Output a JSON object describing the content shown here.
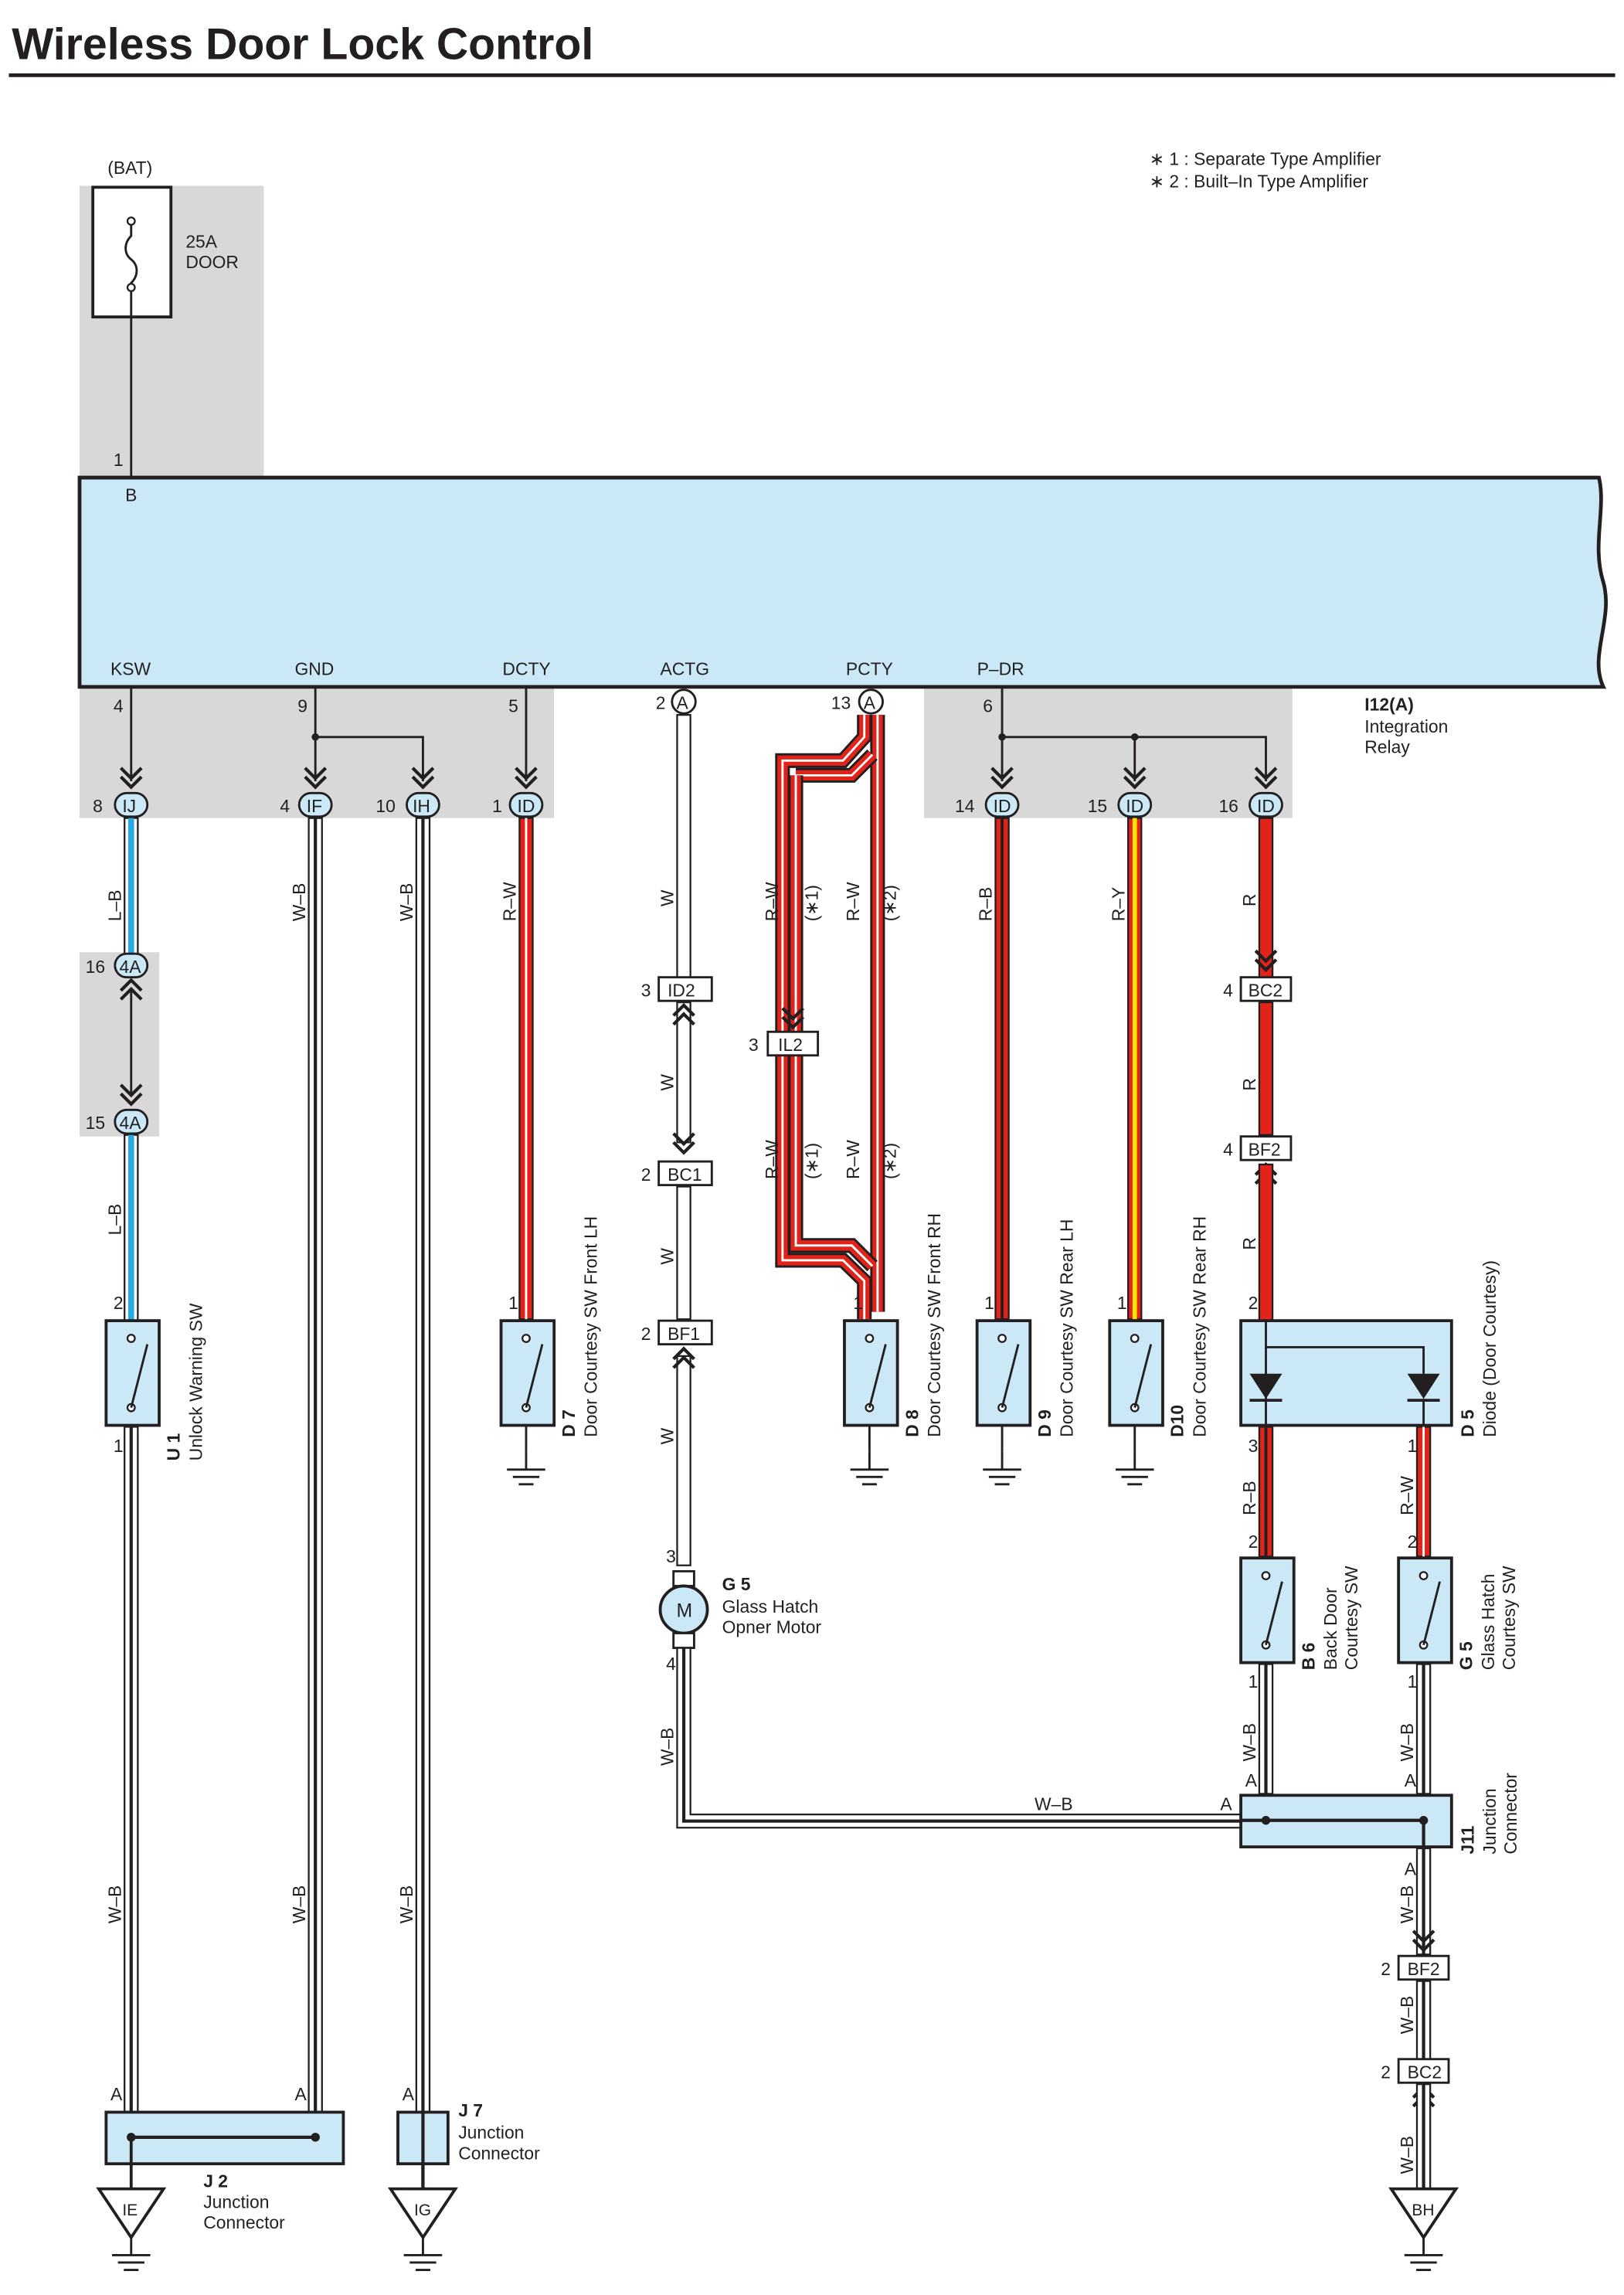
{
  "title": "Wireless Door Lock Control",
  "notes": [
    "∗ 1 : Separate Type Amplifier",
    "∗ 2 : Built–In Type Amplifier"
  ],
  "fuse": {
    "source": "(BAT)",
    "rating": "25A",
    "name": "DOOR",
    "pin": "1",
    "terminal": "B"
  },
  "relay": {
    "code": "I12(A)",
    "name_line1": "Integration",
    "name_line2": "Relay",
    "terminals": {
      "ksw": "KSW",
      "gnd": "GND",
      "dcty": "DCTY",
      "actg": "ACTG",
      "pcty": "PCTY",
      "pdr": "P–DR"
    },
    "pins": {
      "ksw": "4",
      "gnd": "9",
      "dcty": "5",
      "actg": "2",
      "pcty": "13",
      "pdr": "6"
    },
    "sub": "A"
  },
  "connectors": {
    "ij": {
      "pin": "8",
      "label": "IJ"
    },
    "if": {
      "pin": "4",
      "label": "IF"
    },
    "ih": {
      "pin": "10",
      "label": "IH"
    },
    "id1": {
      "pin": "1",
      "label": "ID"
    },
    "id14": {
      "pin": "14",
      "label": "ID"
    },
    "id15": {
      "pin": "15",
      "label": "ID"
    },
    "id16": {
      "pin": "16",
      "label": "ID"
    },
    "c4a16": {
      "pin": "16",
      "label": "4A"
    },
    "c4a15": {
      "pin": "15",
      "label": "4A"
    },
    "id2": {
      "pin": "3",
      "label": "ID2"
    },
    "bc1": {
      "pin": "2",
      "label": "BC1"
    },
    "bf1": {
      "pin": "2",
      "label": "BF1"
    },
    "il2": {
      "pin": "3",
      "label": "IL2"
    },
    "bc2a": {
      "pin": "4",
      "label": "BC2"
    },
    "bf2a": {
      "pin": "4",
      "label": "BF2"
    },
    "bf2b": {
      "pin": "2",
      "label": "BF2"
    },
    "bc2b": {
      "pin": "2",
      "label": "BC2"
    }
  },
  "wires": {
    "lb": "L–B",
    "wb": "W–B",
    "rw": "R–W",
    "w": "W",
    "rb": "R–B",
    "ry": "R–Y",
    "r": "R",
    "star1": "(∗1)",
    "star2": "(∗2)"
  },
  "components": {
    "u1": {
      "code": "U 1",
      "name": "Unlock Warning SW",
      "pin_top": "2",
      "pin_bot": "1"
    },
    "d7": {
      "code": "D 7",
      "name": "Door Courtesy SW Front LH",
      "pin": "1"
    },
    "d8": {
      "code": "D 8",
      "name": "Door Courtesy SW Front RH",
      "pin": "1"
    },
    "d9": {
      "code": "D 9",
      "name": "Door Courtesy SW Rear LH",
      "pin": "1"
    },
    "d10": {
      "code": "D10",
      "name": "Door Courtesy SW Rear RH",
      "pin": "1"
    },
    "d5": {
      "code": "D 5",
      "name": "Diode (Door Courtesy)",
      "pin_top": "2",
      "pin_l": "3",
      "pin_r": "1"
    },
    "g5m": {
      "code": "G 5",
      "name_line1": "Glass Hatch",
      "name_line2": "Opner Motor",
      "pin_top": "3",
      "pin_bot": "4",
      "symbol": "M"
    },
    "b6": {
      "code": "B 6",
      "name_line1": "Back Door",
      "name_line2": "Courtesy SW",
      "pin_top": "2",
      "pin_bot": "1"
    },
    "g5s": {
      "code": "G 5",
      "name_line1": "Glass Hatch",
      "name_line2": "Courtesy SW",
      "pin_top": "2",
      "pin_bot": "1"
    },
    "j11": {
      "code": "J11",
      "name_line1": "Junction",
      "name_line2": "Connector",
      "pin": "A"
    },
    "j2": {
      "code": "J 2",
      "name_line1": "Junction",
      "name_line2": "Connector",
      "pin": "A"
    },
    "j7": {
      "code": "J 7",
      "name_line1": "Junction",
      "name_line2": "Connector",
      "pin": "A"
    }
  },
  "grounds": {
    "ie": "IE",
    "ig": "IG",
    "bh": "BH"
  },
  "colors": {
    "box": "#cbe8f6",
    "shade": "#d9d8d8",
    "red": "#e2231a",
    "blue": "#27a9e1",
    "yellow": "#f2e600",
    "line": "#231f20"
  }
}
